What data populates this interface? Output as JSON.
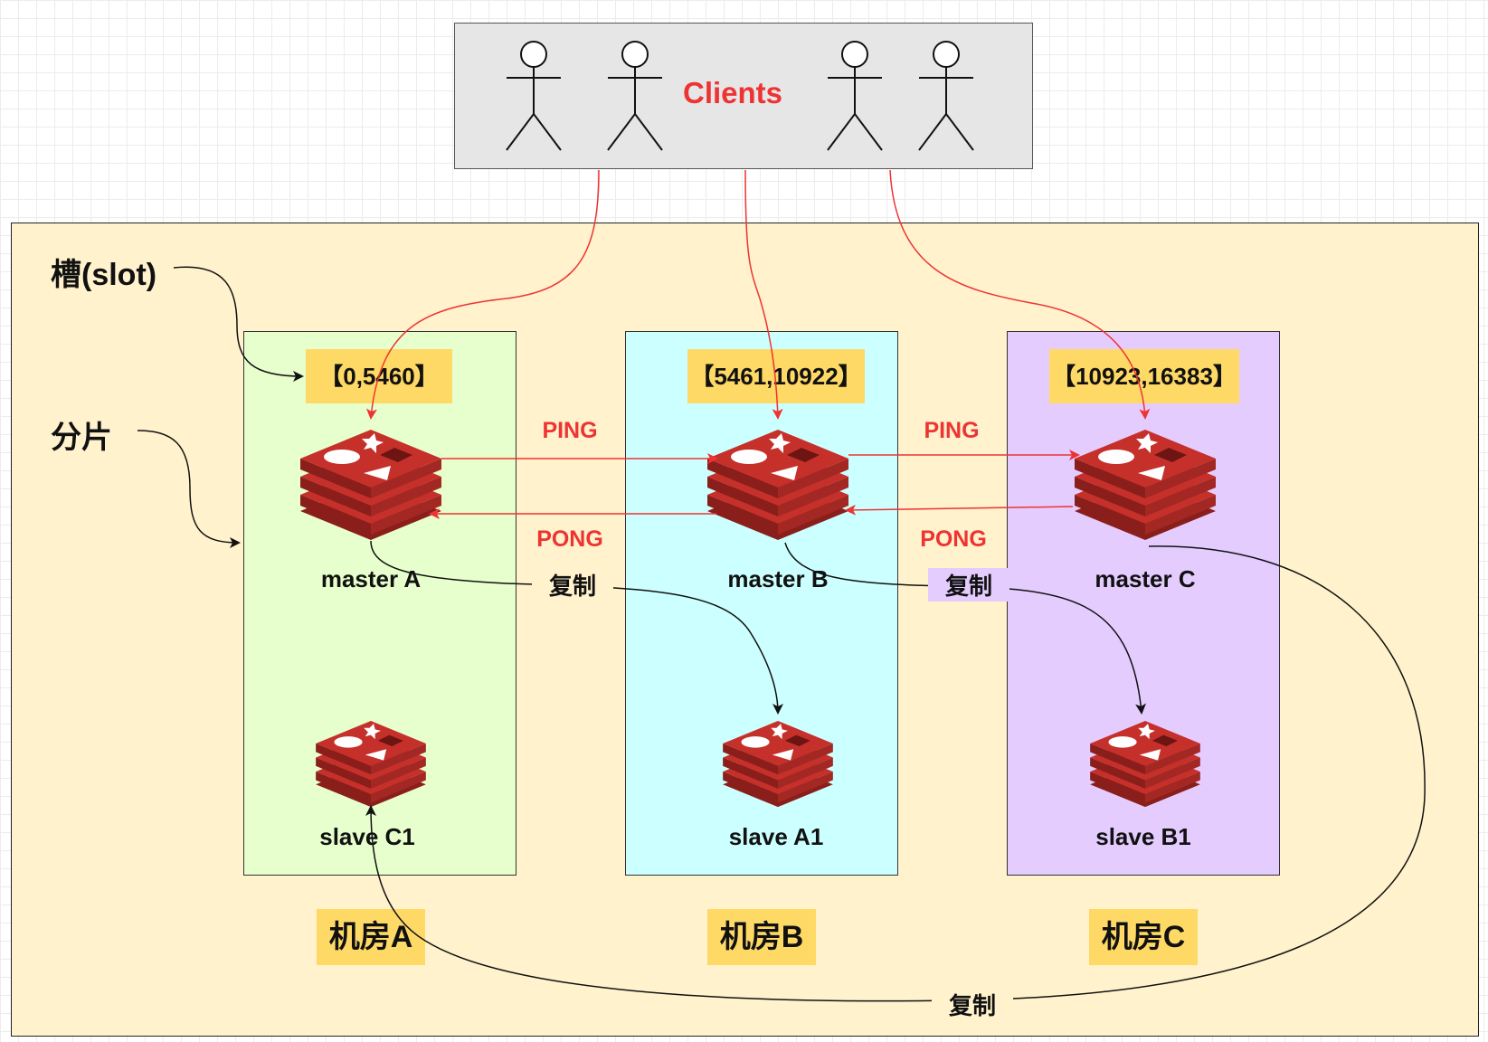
{
  "clients": {
    "title": "Clients"
  },
  "labels": {
    "slot": "槽(slot)",
    "shard": "分片"
  },
  "slots": {
    "a": "【0,5460】",
    "b": "【5461,10922】",
    "c": "【10923,16383】"
  },
  "masters": {
    "a": "master A",
    "b": "master B",
    "c": "master C"
  },
  "slaves": {
    "c1": "slave C1",
    "a1": "slave A1",
    "b1": "slave B1"
  },
  "rooms": {
    "a": "机房A",
    "b": "机房B",
    "c": "机房C"
  },
  "heartbeat": {
    "ping_ab": "PING",
    "ping_bc": "PING",
    "pong_ba": "PONG",
    "pong_cb": "PONG"
  },
  "replication": {
    "a_to_a1": "复制",
    "b_to_b1": "复制",
    "c_to_c1": "复制"
  },
  "colors": {
    "redis_red": "#c6302b",
    "link_red": "#ee3333",
    "slot_fill": "#ffd966",
    "outer_fill": "#fff2cc"
  }
}
